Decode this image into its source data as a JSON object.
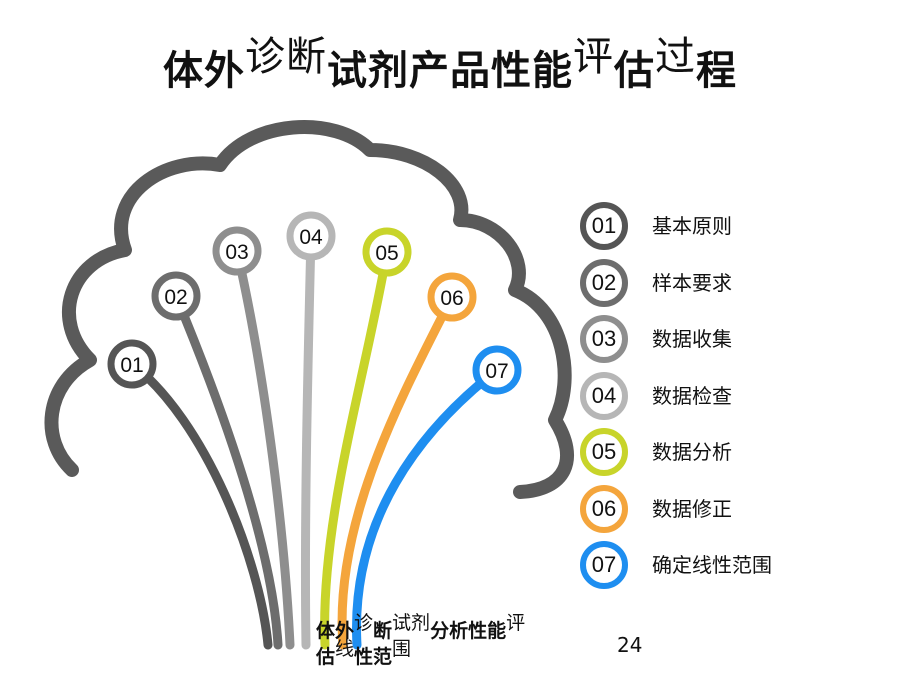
{
  "title": {
    "p1": "体外",
    "p2": "诊断",
    "p3": "试剂产",
    "p4": "品性能",
    "p5": "评",
    "p6": "估",
    "p7": "过",
    "p8": "程"
  },
  "nodes": [
    {
      "num": "01",
      "color": "#555555"
    },
    {
      "num": "02",
      "color": "#6d6d6d"
    },
    {
      "num": "03",
      "color": "#8e8e8e"
    },
    {
      "num": "04",
      "color": "#b6b6b6"
    },
    {
      "num": "05",
      "color": "#c8d42a"
    },
    {
      "num": "06",
      "color": "#f4a53c"
    },
    {
      "num": "07",
      "color": "#1e8ef0"
    }
  ],
  "legend": [
    {
      "num": "01",
      "label": "基本原则",
      "color": "#555555"
    },
    {
      "num": "02",
      "label": "样本要求",
      "color": "#6d6d6d"
    },
    {
      "num": "03",
      "label": "数据收集",
      "color": "#8e8e8e"
    },
    {
      "num": "04",
      "label": "数据检查",
      "color": "#b6b6b6"
    },
    {
      "num": "05",
      "label": "数据分析",
      "color": "#c8d42a"
    },
    {
      "num": "06",
      "label": "数据修正",
      "color": "#f4a53c"
    },
    {
      "num": "07",
      "label": "确定线性范围",
      "color": "#1e8ef0"
    }
  ],
  "footer": {
    "p1": "体外",
    "p2": "诊",
    "p3": "断",
    "p4": "试剂",
    "p5": "分析性能",
    "p6": "评",
    "p7": "估",
    "p8": "线",
    "p9": "性范",
    "p10": "围"
  },
  "page_number": "24"
}
